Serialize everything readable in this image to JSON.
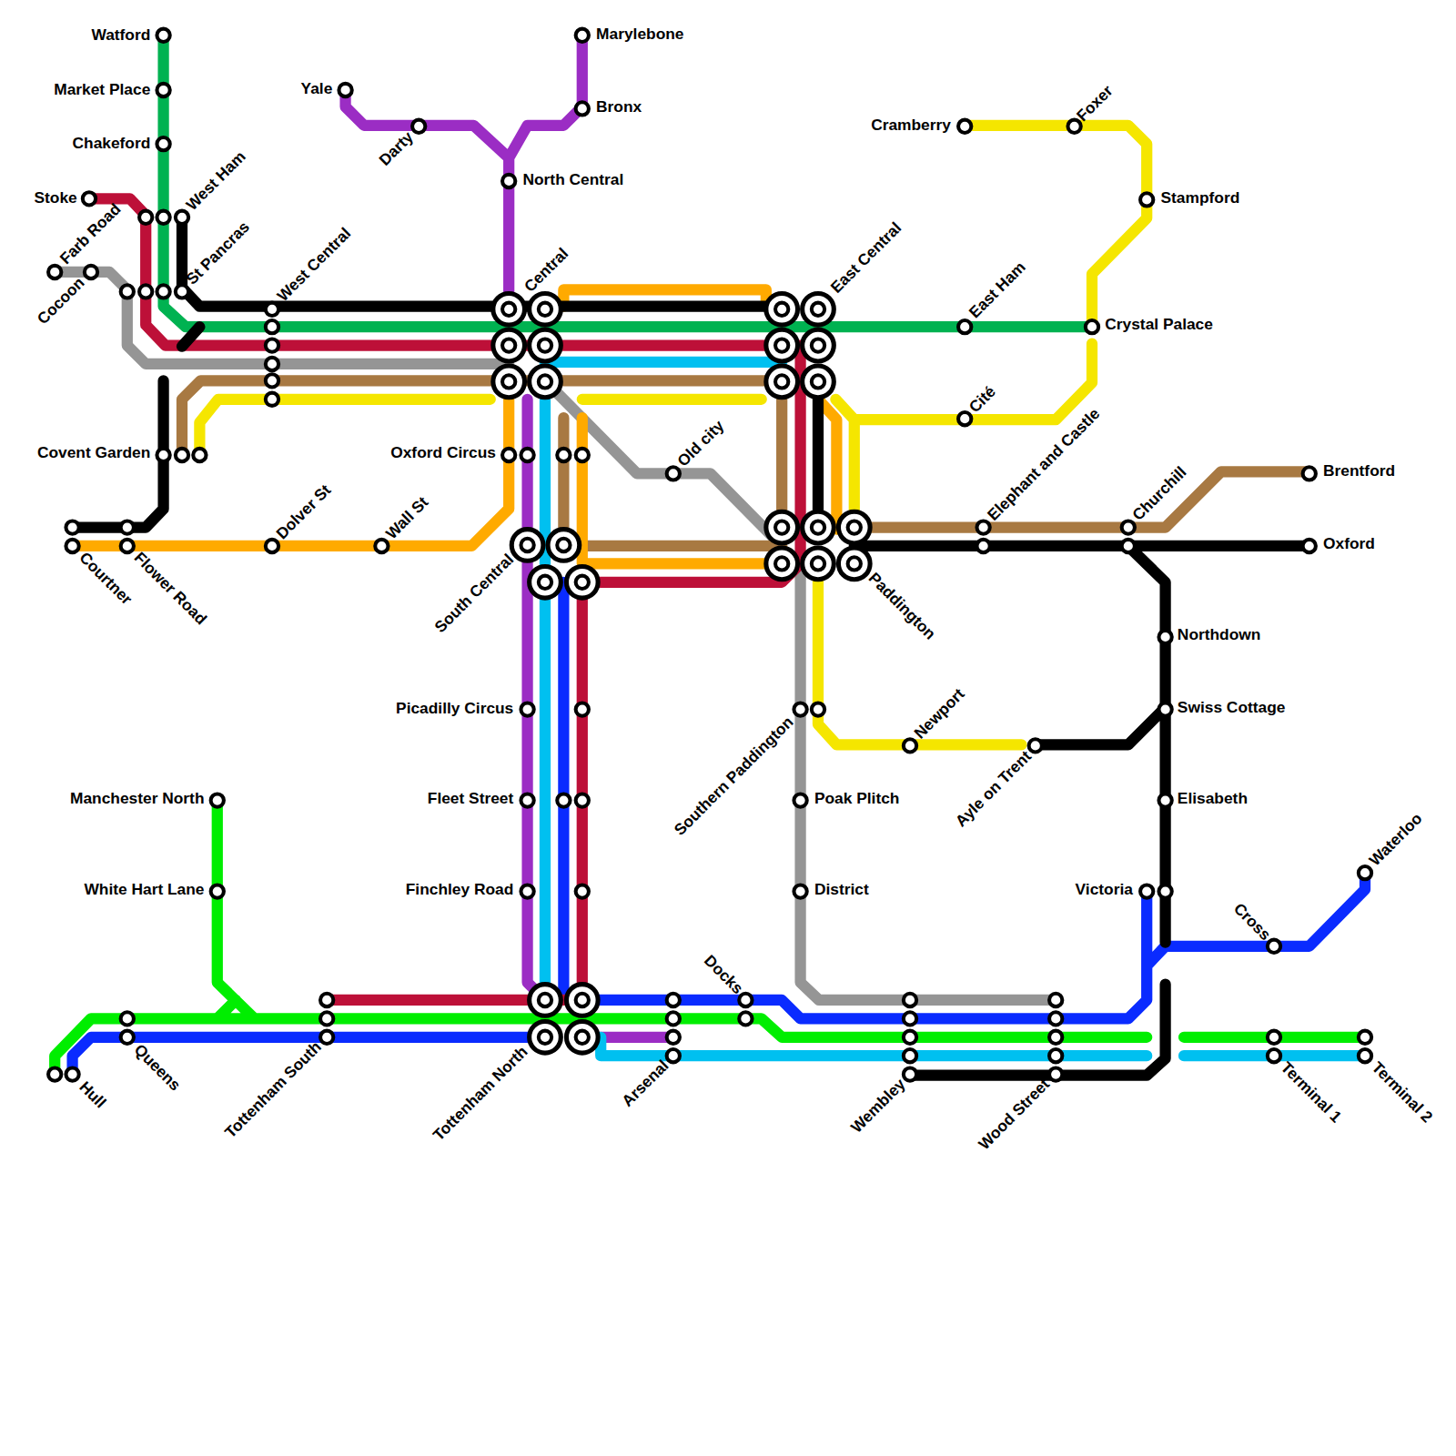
{
  "diagram": {
    "labels": [
      "Watford",
      "Market Place",
      "Chakeford",
      "Stoke",
      "Yale",
      "Cramberry",
      "Covent Garden",
      "Oxford Circus",
      "Picadilly Circus",
      "Fleet Street",
      "Finchley Road",
      "Manchester North",
      "White Hart Lane",
      "Victoria",
      "Marylebone",
      "Bronx",
      "North Central",
      "Stampford",
      "Crystal Palace",
      "Brentford",
      "Oxford",
      "Northdown",
      "Swiss Cottage",
      "Elisabeth",
      "Poak Plitch",
      "District",
      "Farb Road",
      "West Ham",
      "St Pancras",
      "West Central",
      "Central",
      "East Central",
      "East Ham",
      "Foxer",
      "Cité",
      "Elephant and Castle",
      "Churchill",
      "Old city",
      "Dolver St",
      "Wall St",
      "Newport",
      "Waterloo",
      "Cocoon",
      "Darty",
      "South Central",
      "Southern Paddington",
      "Ayle on Trent",
      "Tottenham South",
      "Tottenham North",
      "Arsenal",
      "Wembley",
      "Wood Street",
      "Docks",
      "Cross",
      "Courtner",
      "Flower Road",
      "Paddington",
      "Queens",
      "Hull",
      "Terminal 1",
      "Terminal 2"
    ]
  }
}
